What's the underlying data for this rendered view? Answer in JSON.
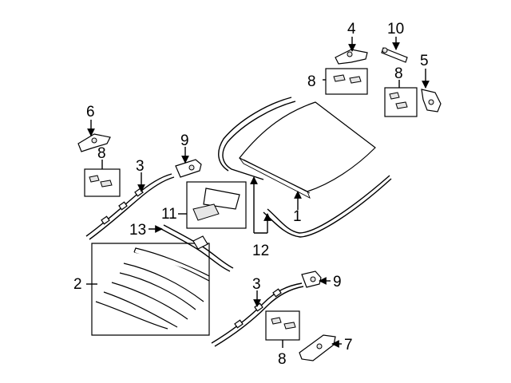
{
  "callouts": {
    "c1": "1",
    "c2": "2",
    "c3a": "3",
    "c3b": "3",
    "c4": "4",
    "c5": "5",
    "c6": "6",
    "c7": "7",
    "c8a": "8",
    "c8b": "8",
    "c8c": "8",
    "c8d": "8",
    "c9a": "9",
    "c9b": "9",
    "c10": "10",
    "c11": "11",
    "c12": "12",
    "c13": "13"
  }
}
